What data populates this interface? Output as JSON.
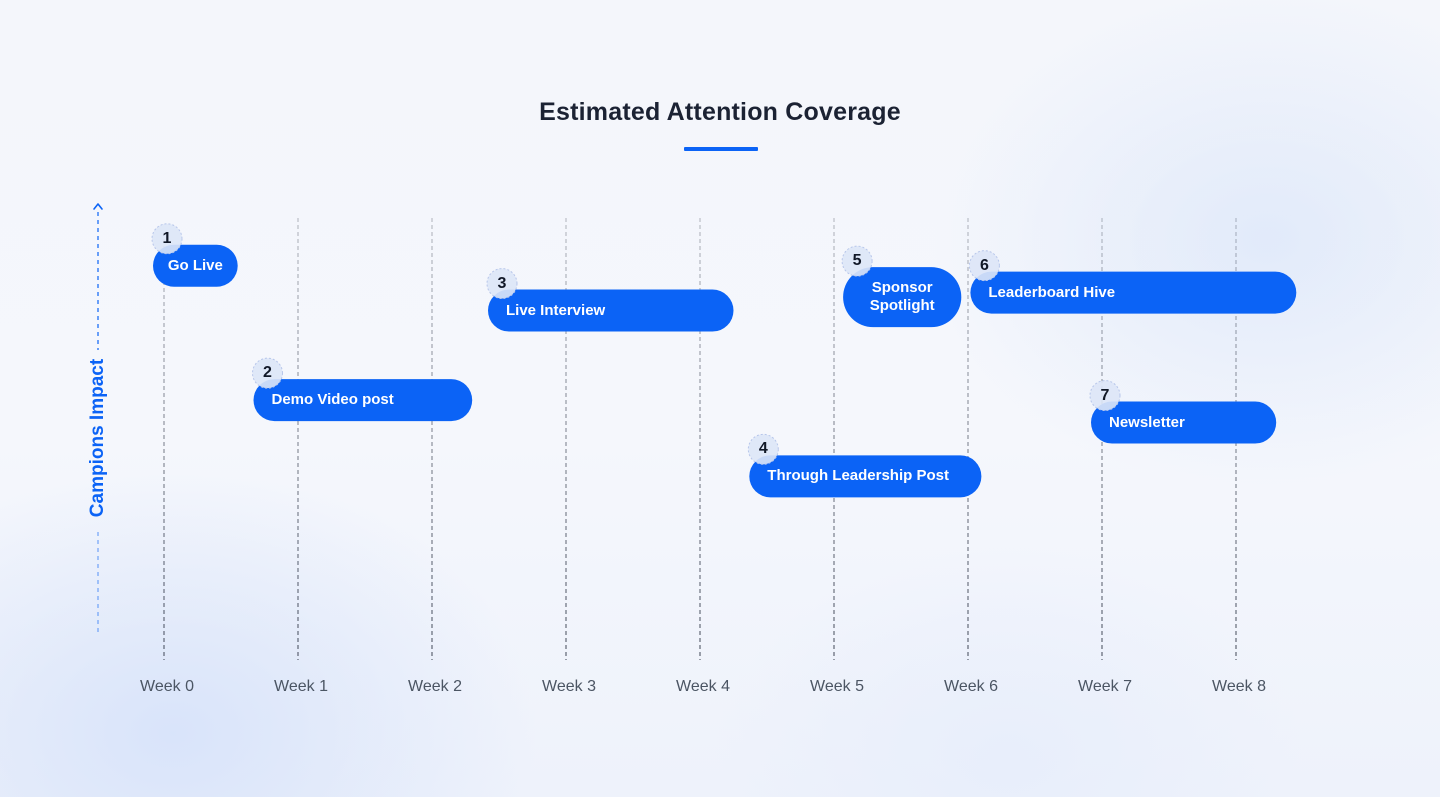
{
  "chart_data": {
    "type": "timeline",
    "title": "Estimated Attention Coverage",
    "ylabel": "Campions Impact",
    "xlabel": "",
    "x_unit": "week",
    "categories": [
      "Week 0",
      "Week 1",
      "Week 2",
      "Week 3",
      "Week 4",
      "Week 5",
      "Week 6",
      "Week 7",
      "Week 8"
    ],
    "xlim": [
      0,
      8
    ],
    "grid": "vertical dashed lines at each week",
    "accent_color": "#0b63f6",
    "events": [
      {
        "number": "1",
        "label": "Go Live",
        "start_week": 0,
        "end_week": 0.55,
        "impact": 0.88
      },
      {
        "number": "2",
        "label": "Demo Video post",
        "start_week": 0.75,
        "end_week": 2.3,
        "impact": 0.58
      },
      {
        "number": "3",
        "label": "Live Interview",
        "start_week": 2.5,
        "end_week": 4.25,
        "impact": 0.78
      },
      {
        "number": "4",
        "label": "Through Leadership Post",
        "start_week": 4.45,
        "end_week": 6.1,
        "impact": 0.41
      },
      {
        "number": "5",
        "label": "Sponsor Spotlight",
        "start_week": 5.15,
        "end_week": 5.95,
        "impact": 0.81
      },
      {
        "number": "6",
        "label": "Leaderboard Hive",
        "start_week": 6.1,
        "end_week": 8.45,
        "impact": 0.82
      },
      {
        "number": "7",
        "label": "Newsletter",
        "start_week": 7.0,
        "end_week": 8.3,
        "impact": 0.53
      }
    ]
  }
}
